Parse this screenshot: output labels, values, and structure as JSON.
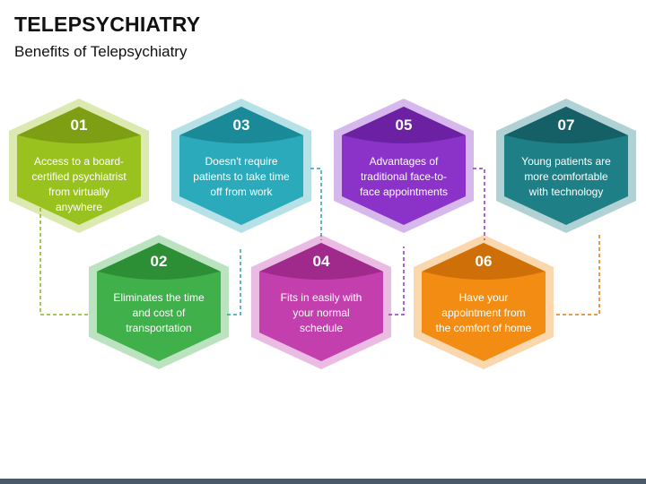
{
  "header": {
    "title": "TELEPSYCHIATRY",
    "subtitle": "Benefits of Telepsychiatry"
  },
  "steps": [
    {
      "number": "01",
      "text": "Access to a board-certified psychiatrist from virtually anywhere",
      "color": "#9ac21f",
      "dark": "#7e9f14"
    },
    {
      "number": "02",
      "text": "Eliminates the time and cost of transportation",
      "color": "#3fb04a",
      "dark": "#2c8f36"
    },
    {
      "number": "03",
      "text": "Doesn't require patients to take time off from work",
      "color": "#2aaabb",
      "dark": "#1a8a99"
    },
    {
      "number": "04",
      "text": "Fits in easily with your normal schedule",
      "color": "#c43fae",
      "dark": "#9f2a8c"
    },
    {
      "number": "05",
      "text": "Advantages of traditional face-to-face appointments",
      "color": "#8b33c9",
      "dark": "#6c21a3"
    },
    {
      "number": "06",
      "text": "Have your appointment from the comfort of home",
      "color": "#f28c12",
      "dark": "#cf6f08"
    },
    {
      "number": "07",
      "text": "Young patients are more comfortable with technology",
      "color": "#1f7f86",
      "dark": "#156066"
    }
  ],
  "connector_colors": [
    "#8ab320",
    "#2aa0b0",
    "#8b33c9",
    "#e07a12"
  ]
}
